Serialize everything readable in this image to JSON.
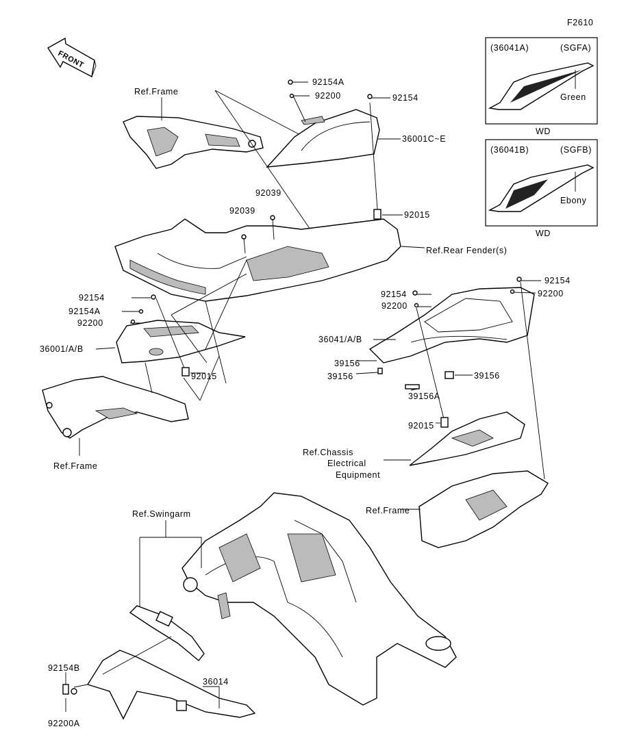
{
  "figure_id": "F2610",
  "front_arrow": "FRONT",
  "labels": {
    "ref_frame_top": "Ref.Frame",
    "p92154A_top": "92154A",
    "p92200_top": "92200",
    "p92154_top": "92154",
    "p36001CE": "36001C~E",
    "p92039_a": "92039",
    "p92039_b": "92039",
    "p92015_top": "92015",
    "ref_rear_fender": "Ref.Rear Fender(s)",
    "p92154_left": "92154",
    "p92154A_left": "92154A",
    "p92200_left": "92200",
    "p36001AB": "36001/A/B",
    "p92015_left": "92015",
    "ref_frame_left": "Ref.Frame",
    "p92154_mid": "92154",
    "p92200_mid": "92200",
    "p92154_right": "92154",
    "p92200_right": "92200",
    "p36041AB": "36041/A/B",
    "p39156_a": "39156",
    "p39156_b": "39156",
    "p39156_c": "39156",
    "p39156A": "39156A",
    "p92015_mid": "92015",
    "ref_chassis_1": "Ref.Chassis",
    "ref_chassis_2": "Electrical",
    "ref_chassis_3": "Equipment",
    "ref_frame_right": "Ref.Frame",
    "ref_swingarm": "Ref.Swingarm",
    "p92154B": "92154B",
    "p92200A": "92200A",
    "p36014": "36014"
  },
  "insets": [
    {
      "part": "(36041A)",
      "code": "(SGFA)",
      "color": "Green",
      "note": "WD"
    },
    {
      "part": "(36041B)",
      "code": "(SGFB)",
      "color": "Ebony",
      "note": "WD"
    }
  ]
}
